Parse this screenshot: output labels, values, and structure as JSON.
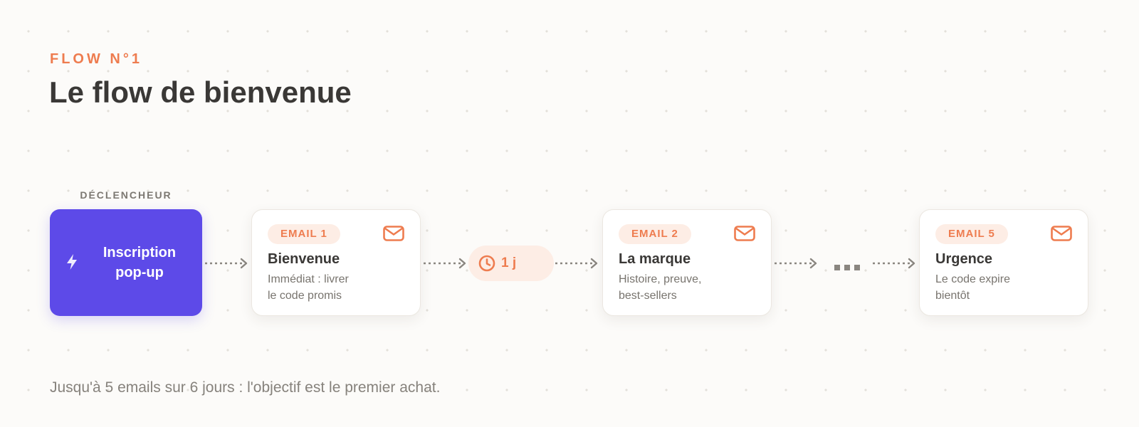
{
  "header": {
    "eyebrow": "FLOW N°1",
    "title": "Le flow de bienvenue"
  },
  "trigger": {
    "label": "DÉCLENCHEUR",
    "text": "Inscription\npop-up",
    "icon": "lightning-icon",
    "color": "#5d4ae8"
  },
  "emails": [
    {
      "badge": "EMAIL 1",
      "title": "Bienvenue",
      "description": "Immédiat : livrer\nle code promis",
      "icon": "mail-icon"
    },
    {
      "badge": "EMAIL 2",
      "title": "La marque",
      "description": "Histoire, preuve,\nbest-sellers",
      "icon": "mail-icon"
    },
    {
      "badge": "EMAIL 5",
      "title": "Urgence",
      "description": "Le code expire\nbientôt",
      "icon": "mail-icon"
    }
  ],
  "delay": {
    "label": "1 j",
    "icon": "clock-icon"
  },
  "ellipsis_icon": "more-icon",
  "footer": "Jusqu'à 5 emails sur 6 jours : l'objectif est le premier achat.",
  "colors": {
    "accent": "#ee7c4f",
    "accent_soft": "#fdede5",
    "trigger": "#5d4ae8",
    "text_dark": "#3a3836",
    "text_muted": "#78746e",
    "connector": "#8a8680",
    "background": "#fcfbf9"
  }
}
